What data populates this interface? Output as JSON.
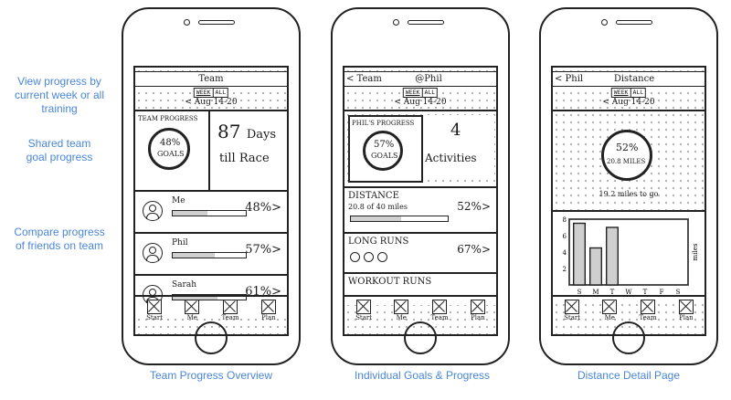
{
  "annotations": {
    "view_progress": "View progress by current week or all training",
    "shared_goal": "Shared team goal progress",
    "compare": "Compare progress of friends on team"
  },
  "captions": [
    "Team Progress Overview",
    "Individual Goals & Progress",
    "Distance Detail Page"
  ],
  "toggle": {
    "week": "WEEK",
    "all": "ALL"
  },
  "date_range": "< Aug 14-20",
  "tabs": [
    "Start",
    "Me",
    "Team",
    "Plan"
  ],
  "screen1": {
    "title": "Team",
    "team_progress_label": "TEAM PROGRESS",
    "goal_percent": "48%",
    "goal_word": "GOALS",
    "days_number": "87",
    "days_word": "Days",
    "till_race": "till Race",
    "members": [
      {
        "name": "Me",
        "percent": "48%>",
        "progress": 0.48
      },
      {
        "name": "Phil",
        "percent": "57%>",
        "progress": 0.57
      },
      {
        "name": "Sarah",
        "percent": "61%>",
        "progress": 0.61
      }
    ]
  },
  "screen2": {
    "back": "< Team",
    "title": "@Phil",
    "progress_label": "PHIL'S PROGRESS",
    "goal_percent": "57%",
    "goal_word": "GOALS",
    "activities_number": "4",
    "activities_word": "Activities",
    "distance_label": "DISTANCE",
    "distance_detail": "20.8 of 40 miles",
    "distance_percent": "52%>",
    "distance_progress": 0.52,
    "long_runs_label": "LONG RUNS",
    "long_runs_percent": "67%>",
    "long_runs_completed": 3,
    "workout_label": "WORKOUT RUNS"
  },
  "screen3": {
    "back": "< Phil",
    "title": "Distance",
    "circle_percent": "52%",
    "circle_miles": "20.8 MILES",
    "miles_to_go": "19.2 miles to go",
    "y_label": "miles",
    "chart_data": {
      "type": "bar",
      "categories": [
        "S",
        "M",
        "T",
        "W",
        "T",
        "F",
        "S"
      ],
      "values": [
        7.5,
        4.5,
        7,
        0,
        0,
        0,
        0
      ],
      "ylim": [
        0,
        8
      ],
      "yticks": [
        "2",
        "4",
        "6",
        "8"
      ]
    }
  }
}
